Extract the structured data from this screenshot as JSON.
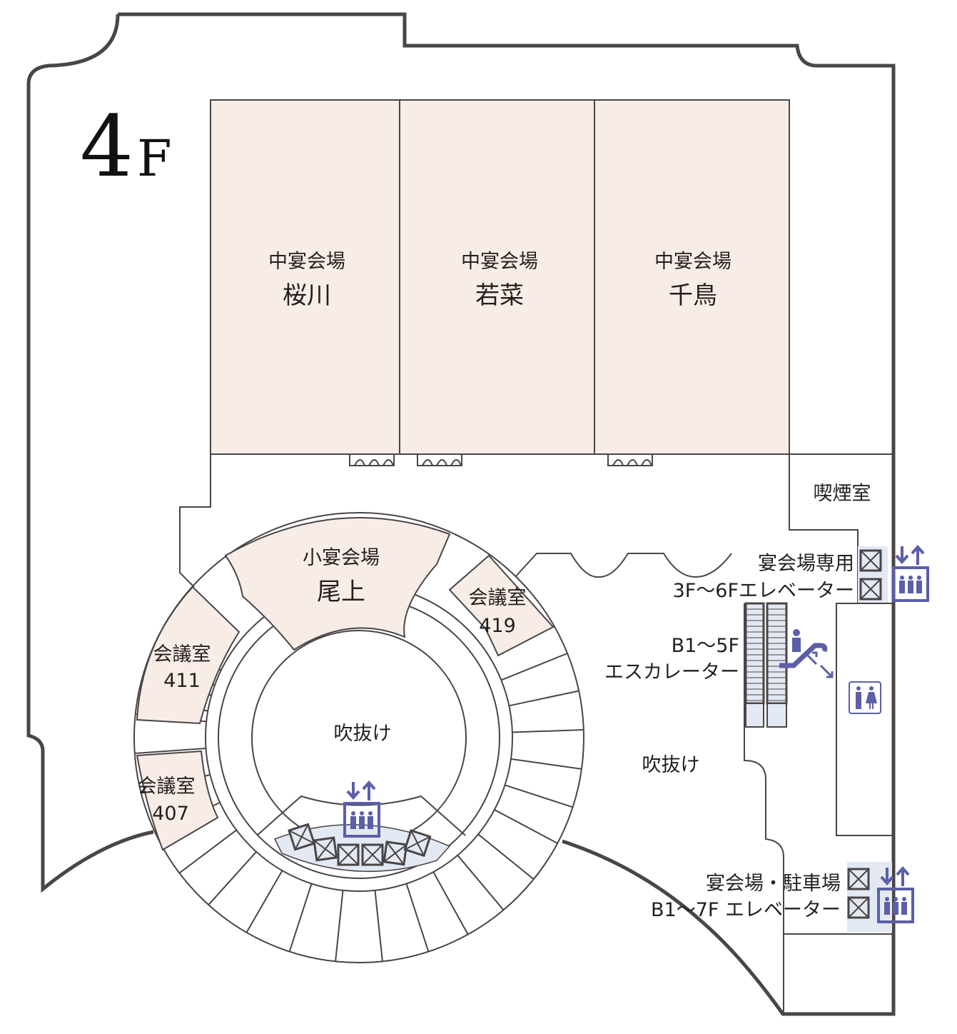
{
  "floor": {
    "number": "4",
    "suffix": "F"
  },
  "rooms": [
    {
      "type": "中宴会場",
      "name": "桜川"
    },
    {
      "type": "中宴会場",
      "name": "若菜"
    },
    {
      "type": "中宴会場",
      "name": "千鳥"
    }
  ],
  "small_hall": {
    "type": "小宴会場",
    "name": "尾上"
  },
  "meeting_rooms": [
    {
      "type": "会議室",
      "number": "419"
    },
    {
      "type": "会議室",
      "number": "411"
    },
    {
      "type": "会議室",
      "number": "407"
    }
  ],
  "smoking_room": "喫煙室",
  "atrium_labels": [
    "吹抜け",
    "吹抜け"
  ],
  "banquet_elevator": {
    "line1": "宴会場専用",
    "line2": "3F〜6Fエレベーター"
  },
  "escalator": {
    "line1": "B1〜5F",
    "line2": "エスカレーター"
  },
  "parking_elevator": {
    "line1": "宴会場・駐車場",
    "line2": "B1〜7F エレベーター"
  },
  "colors": {
    "wall": "#4a4546",
    "room": "#f7ede6",
    "icon": "#5b5fa8",
    "elevator_area": "#e3e9f3"
  }
}
